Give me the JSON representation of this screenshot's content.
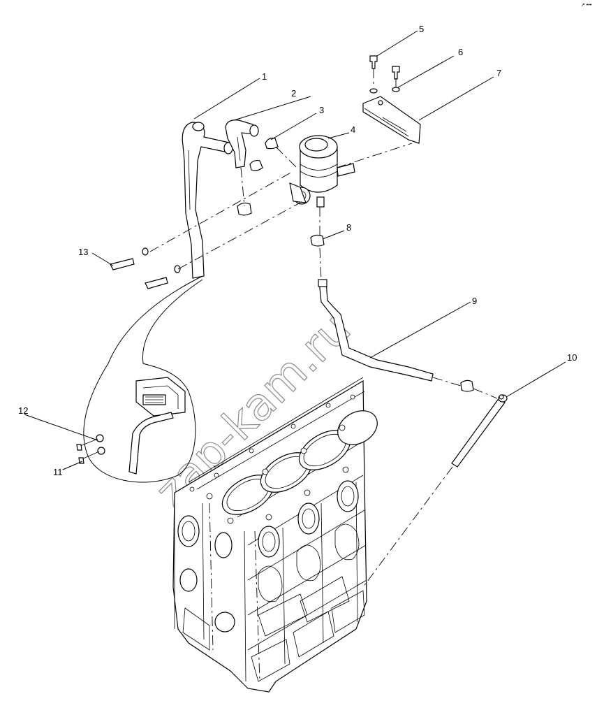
{
  "callouts": [
    "1",
    "2",
    "3",
    "4",
    "5",
    "6",
    "7",
    "8",
    "9",
    "10",
    "11",
    "12",
    "13"
  ],
  "watermark": "zap-kam.ru",
  "corner_mark": "↗ •••"
}
